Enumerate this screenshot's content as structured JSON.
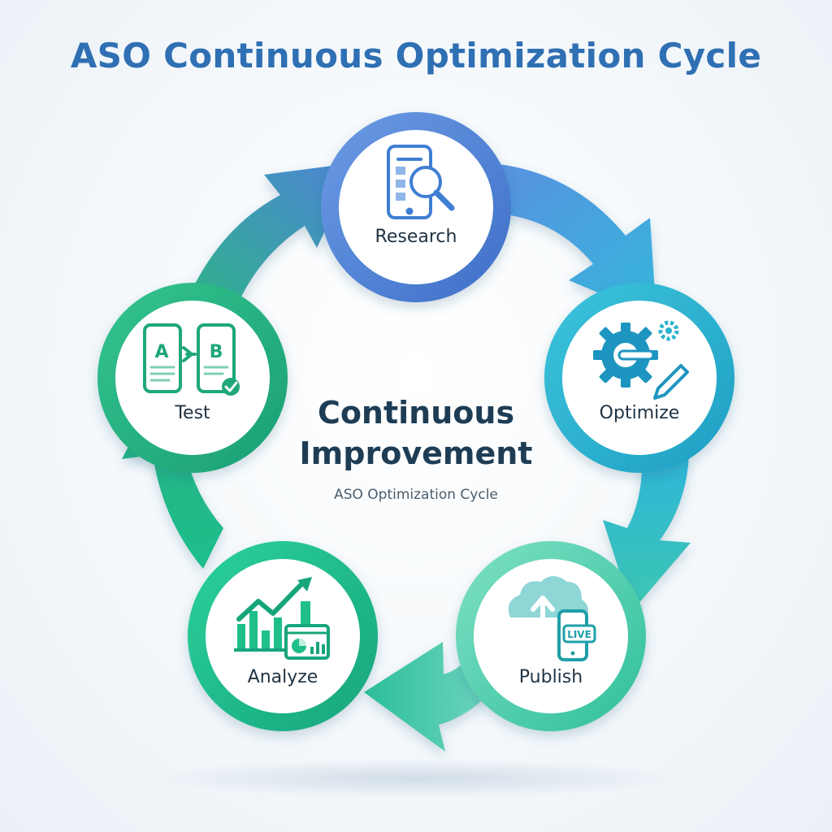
{
  "title": "ASO Continuous Optimization Cycle",
  "center": {
    "title_line1": "Continuous",
    "title_line2": "Improvement",
    "subtitle": "ASO Optimization Cycle"
  },
  "stages": [
    {
      "label": "Research",
      "icon": "phone-magnifier-icon",
      "color": "#4f86d6"
    },
    {
      "label": "Optimize",
      "icon": "gear-pencil-icon",
      "color": "#2cb3d1"
    },
    {
      "label": "Publish",
      "icon": "cloud-upload-live-icon",
      "color": "#46c9a0"
    },
    {
      "label": "Analyze",
      "icon": "growth-chart-icon",
      "color": "#1fbf8f"
    },
    {
      "label": "Test",
      "icon": "ab-test-icon",
      "color": "#27b07e"
    }
  ],
  "icon_text": {
    "a_label": "A",
    "b_label": "B",
    "live_label": "LIVE"
  }
}
